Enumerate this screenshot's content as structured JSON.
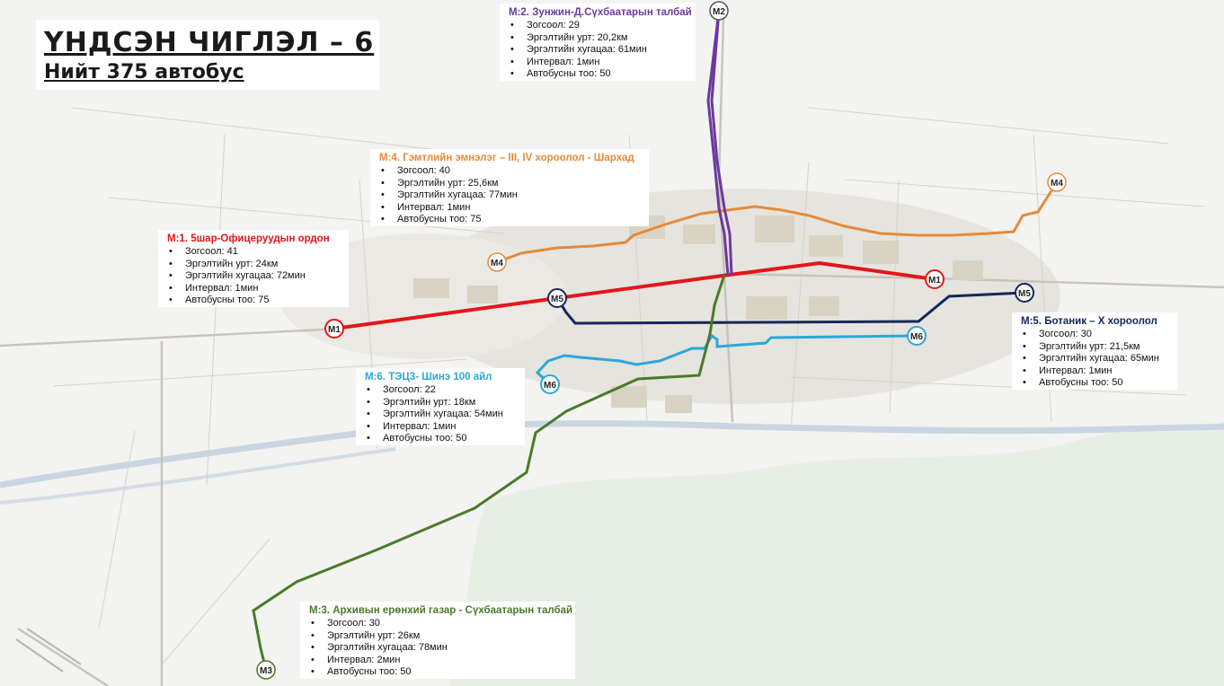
{
  "title": {
    "main": "ҮНДСЭН ЧИГЛЭЛ – 6",
    "sub": "Нийт 375 автобус"
  },
  "colors": {
    "m1": "#e3161b",
    "m2": "#6b3a9e",
    "m3": "#4a7a2a",
    "m4": "#e58a3a",
    "m5": "#14275a",
    "m6": "#2aa8d8"
  },
  "routes": [
    {
      "id": "m2",
      "title": "М:2. Зунжин-Д.Сүхбаатарын талбай",
      "stats": [
        "Зогсоол: 29",
        "Эргэлтийн урт: 20,2км",
        "Эргэлтийн хугацаа: 61мин",
        "Интервал: 1мин",
        "Автобусны тоо: 50"
      ]
    },
    {
      "id": "m4",
      "title": "М:4. Гэмтлийн эмнэлэг – III, IV хороолол - Шархад",
      "stats": [
        "Зогсоол: 40",
        "Эргэлтийн урт: 25,6км",
        "Эргэлтийн хугацаа: 77мин",
        "Интервал: 1мин",
        "Автобусны тоо: 75"
      ]
    },
    {
      "id": "m1",
      "title": "М:1. 5шар-Офицеруудын ордон",
      "stats": [
        "Зогсоол: 41",
        "Эргэлтийн урт: 24км",
        "Эргэлтийн хугацаа: 72мин",
        "Интервал: 1мин",
        "Автобусны тоо: 75"
      ]
    },
    {
      "id": "m5",
      "title": "М:5. Ботаник – X хороолол",
      "stats": [
        "Зогсоол: 30",
        "Эргэлтийн урт: 21,5км",
        "Эргэлтийн хугацаа: 65мин",
        "Интервал: 1мин",
        "Автобусны тоо: 50"
      ]
    },
    {
      "id": "m6",
      "title": "М:6. ТЭЦ3- Шинэ 100 айл",
      "stats": [
        "Зогсоол: 22",
        "Эргэлтийн урт: 18км",
        "Эргэлтийн хугацаа: 54мин",
        "Интервал: 1мин",
        "Автобусны тоо: 50"
      ]
    },
    {
      "id": "m3",
      "title": "М:3. Архивын ерөнхий газар - Сүхбаатарын талбай",
      "stats": [
        "Зогсоол: 30",
        "Эргэлтийн урт: 26км",
        "Эргэлтийн хугацаа: 78мин",
        "Интервал: 2мин",
        "Автобусны тоо: 50"
      ]
    }
  ],
  "markers": {
    "m1_west": "M1",
    "m1_east": "M1",
    "m2": "M2",
    "m3": "M3",
    "m4_west": "M4",
    "m4_east": "M4",
    "m5_west": "M5",
    "m5_east": "M5",
    "m6_west": "M6",
    "m6_east": "M6"
  }
}
